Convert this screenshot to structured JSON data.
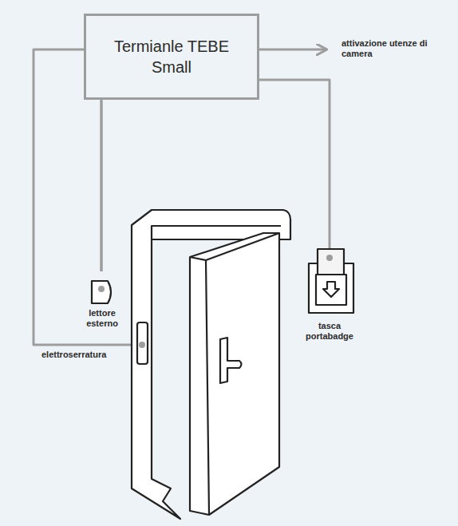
{
  "diagram": {
    "nodes": [
      {
        "text": [
          "Termianle TEBE Small"
        ]
      }
    ],
    "labels": [
      "attivazione utenze di camera",
      "lettore esterno",
      "elettroserratura",
      "tasca portabadge"
    ]
  }
}
